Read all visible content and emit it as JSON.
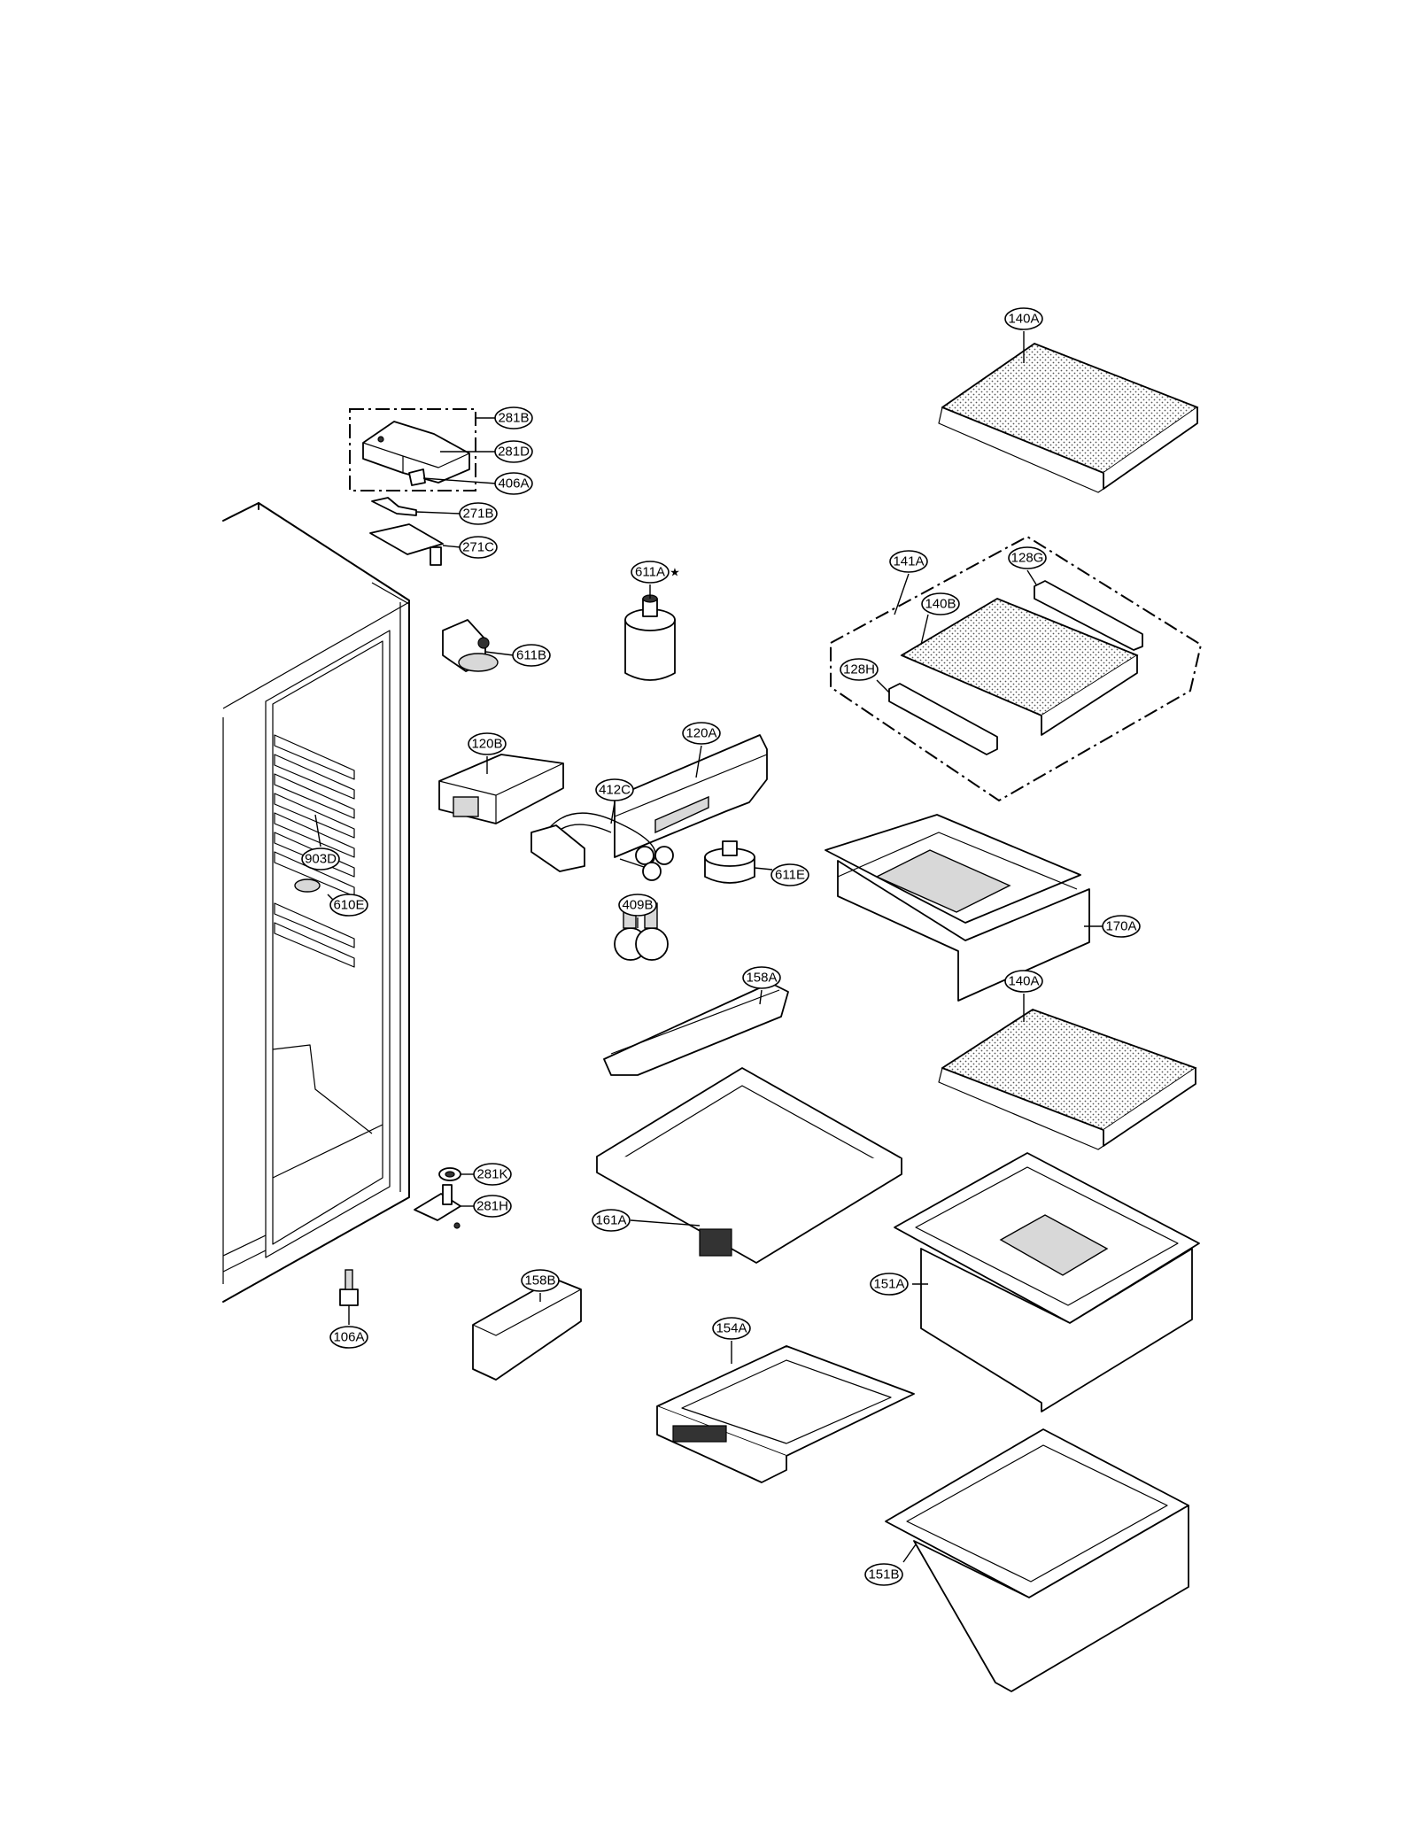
{
  "diagram": {
    "callouts": [
      {
        "id": "c-140A-top",
        "label": "140A"
      },
      {
        "id": "c-281B",
        "label": "281B"
      },
      {
        "id": "c-281D",
        "label": "281D"
      },
      {
        "id": "c-406A",
        "label": "406A"
      },
      {
        "id": "c-271B",
        "label": "271B"
      },
      {
        "id": "c-271C",
        "label": "271C"
      },
      {
        "id": "c-611A",
        "label": "611A",
        "mark": "★"
      },
      {
        "id": "c-611B",
        "label": "611B"
      },
      {
        "id": "c-141A",
        "label": "141A"
      },
      {
        "id": "c-128G",
        "label": "128G"
      },
      {
        "id": "c-140B",
        "label": "140B"
      },
      {
        "id": "c-128H",
        "label": "128H"
      },
      {
        "id": "c-120B",
        "label": "120B"
      },
      {
        "id": "c-120A",
        "label": "120A"
      },
      {
        "id": "c-412C",
        "label": "412C"
      },
      {
        "id": "c-903D",
        "label": "903D"
      },
      {
        "id": "c-611E",
        "label": "611E"
      },
      {
        "id": "c-170A",
        "label": "170A"
      },
      {
        "id": "c-409B",
        "label": "409B"
      },
      {
        "id": "c-610E",
        "label": "610E"
      },
      {
        "id": "c-158A",
        "label": "158A"
      },
      {
        "id": "c-140A-mid",
        "label": "140A"
      },
      {
        "id": "c-281K",
        "label": "281K"
      },
      {
        "id": "c-281H",
        "label": "281H"
      },
      {
        "id": "c-161A",
        "label": "161A"
      },
      {
        "id": "c-151A",
        "label": "151A"
      },
      {
        "id": "c-158B",
        "label": "158B"
      },
      {
        "id": "c-106A",
        "label": "106A"
      },
      {
        "id": "c-154A",
        "label": "154A"
      },
      {
        "id": "c-151B",
        "label": "151B"
      }
    ]
  }
}
